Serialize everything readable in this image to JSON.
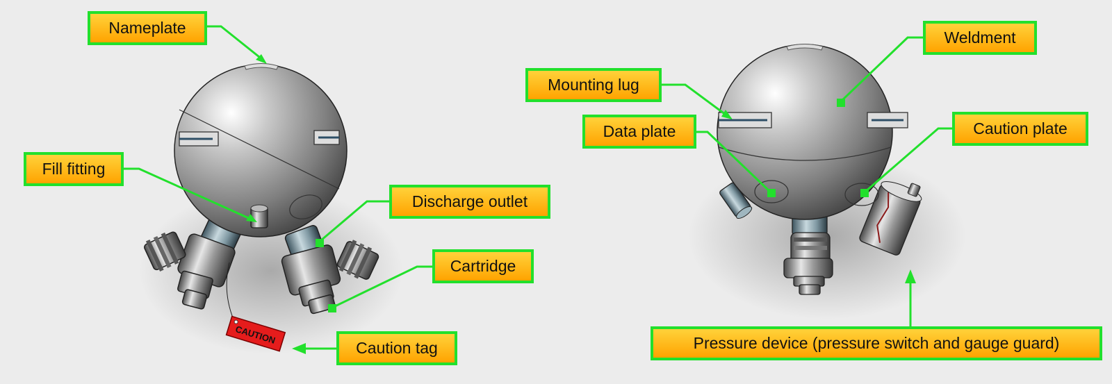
{
  "labels": {
    "nameplate": "Nameplate",
    "fill_fitting": "Fill fitting",
    "discharge_outlet": "Discharge outlet",
    "cartridge": "Cartridge",
    "caution_tag": "Caution tag",
    "mounting_lug": "Mounting lug",
    "data_plate": "Data plate",
    "weldment": "Weldment",
    "caution_plate": "Caution plate",
    "pressure_device": "Pressure device (pressure switch and gauge guard)"
  },
  "tag_text": "CAUTION",
  "colors": {
    "label_border": "#22e02c",
    "label_fill_top": "#ffd23a",
    "label_fill_bottom": "#ffa300",
    "leader_line": "#22e02c",
    "background": "#ececec",
    "caution_tag": "#e51c1c"
  }
}
